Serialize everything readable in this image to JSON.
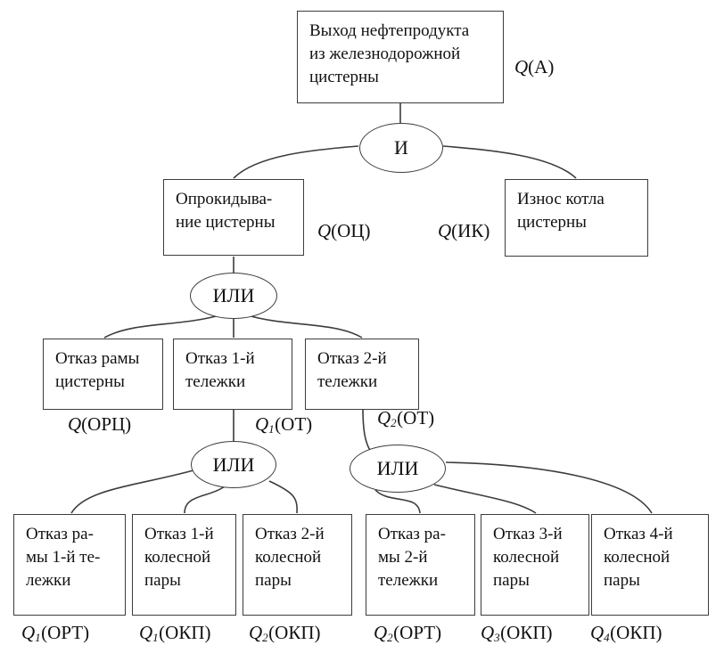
{
  "diagram_type": "fault-tree",
  "colors": {
    "line": "#3c3c3c",
    "text": "#111111",
    "background": "#ffffff"
  },
  "nodes": {
    "top_event": {
      "text": "Выход нефтепродукта\nиз железнодорожной\nцистерны"
    },
    "overturn": {
      "text": "Опрокидыва-\nние цистерны"
    },
    "boiler_wear": {
      "text": "Износ котла\nцистерны"
    },
    "tank_frame": {
      "text": "Отказ рамы\nцистерны"
    },
    "bogie1": {
      "text": "Отказ 1-й\nтележки"
    },
    "bogie2": {
      "text": "Отказ 2-й\nтележки"
    },
    "bogie1_frame": {
      "text": "Отказ ра-\nмы 1-й те-\nлежки"
    },
    "wheelset1": {
      "text": "Отказ 1-й\nколесной\nпары"
    },
    "wheelset2": {
      "text": "Отказ 2-й\nколесной\nпары"
    },
    "bogie2_frame": {
      "text": "Отказ ра-\nмы 2-й\nтележки"
    },
    "wheelset3": {
      "text": "Отказ 3-й\nколесной\nпары"
    },
    "wheelset4": {
      "text": "Отказ 4-й\nколесной\nпары"
    }
  },
  "gates": {
    "and_top": {
      "label": "И"
    },
    "or_mid": {
      "label": "ИЛИ"
    },
    "or_left": {
      "label": "ИЛИ"
    },
    "or_right": {
      "label": "ИЛИ"
    }
  },
  "labels": {
    "q_a": {
      "q": "Q",
      "sub": "",
      "rest": "(А)"
    },
    "q_oc": {
      "q": "Q",
      "sub": "",
      "rest": "(ОЦ)"
    },
    "q_ik": {
      "q": "Q",
      "sub": "",
      "rest": "(ИК)"
    },
    "q_orc": {
      "q": "Q",
      "sub": "",
      "rest": "(ОРЦ)"
    },
    "q1_ot": {
      "q": "Q",
      "sub": "1",
      "rest": "(ОТ)"
    },
    "q2_ot": {
      "q": "Q",
      "sub": "2",
      "rest": "(ОТ)"
    },
    "q1_ort": {
      "q": "Q",
      "sub": "1",
      "rest": "(ОРТ)"
    },
    "q1_okp": {
      "q": "Q",
      "sub": "1",
      "rest": "(ОКП)"
    },
    "q2_okp": {
      "q": "Q",
      "sub": "2",
      "rest": "(ОКП)"
    },
    "q2_ort": {
      "q": "Q",
      "sub": "2",
      "rest": "(ОРТ)"
    },
    "q3_okp": {
      "q": "Q",
      "sub": "3",
      "rest": "(ОКП)"
    },
    "q4_okp": {
      "q": "Q",
      "sub": "4",
      "rest": "(ОКП)"
    }
  }
}
